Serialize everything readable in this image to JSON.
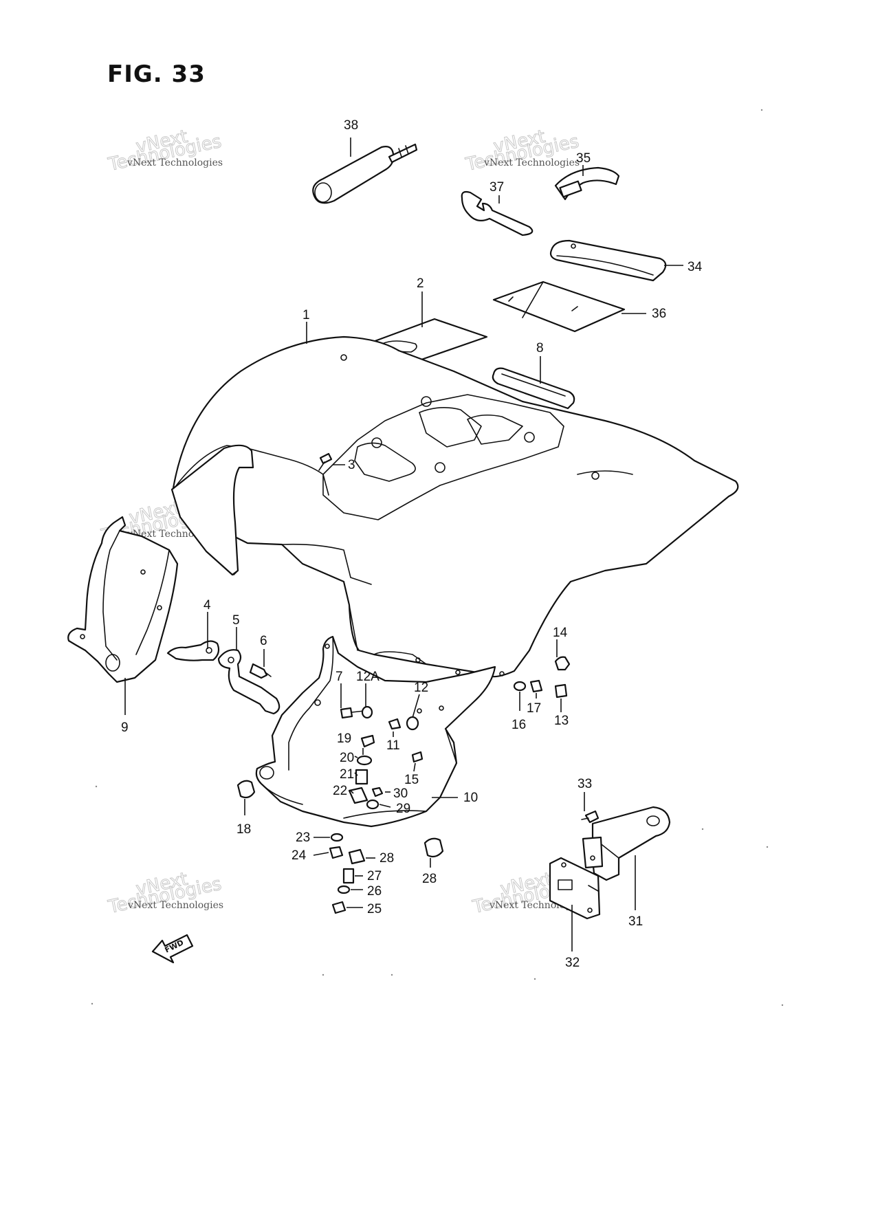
{
  "figure": {
    "title": "FIG. 33"
  },
  "callouts": [
    "38",
    "37",
    "35",
    "34",
    "36",
    "2",
    "1",
    "8",
    "3",
    "4",
    "5",
    "6",
    "9",
    "7",
    "12A",
    "12",
    "11",
    "19",
    "20",
    "21",
    "22",
    "30",
    "29",
    "15",
    "10",
    "14",
    "17",
    "16",
    "13",
    "18",
    "23",
    "24",
    "28",
    "27",
    "26",
    "25",
    "28",
    "33",
    "31",
    "32"
  ],
  "watermark": {
    "line1": "vNext Technologies",
    "line2": "vNext",
    "line3": "Technologies"
  },
  "fwd_arrow": {
    "label": "FWD"
  }
}
